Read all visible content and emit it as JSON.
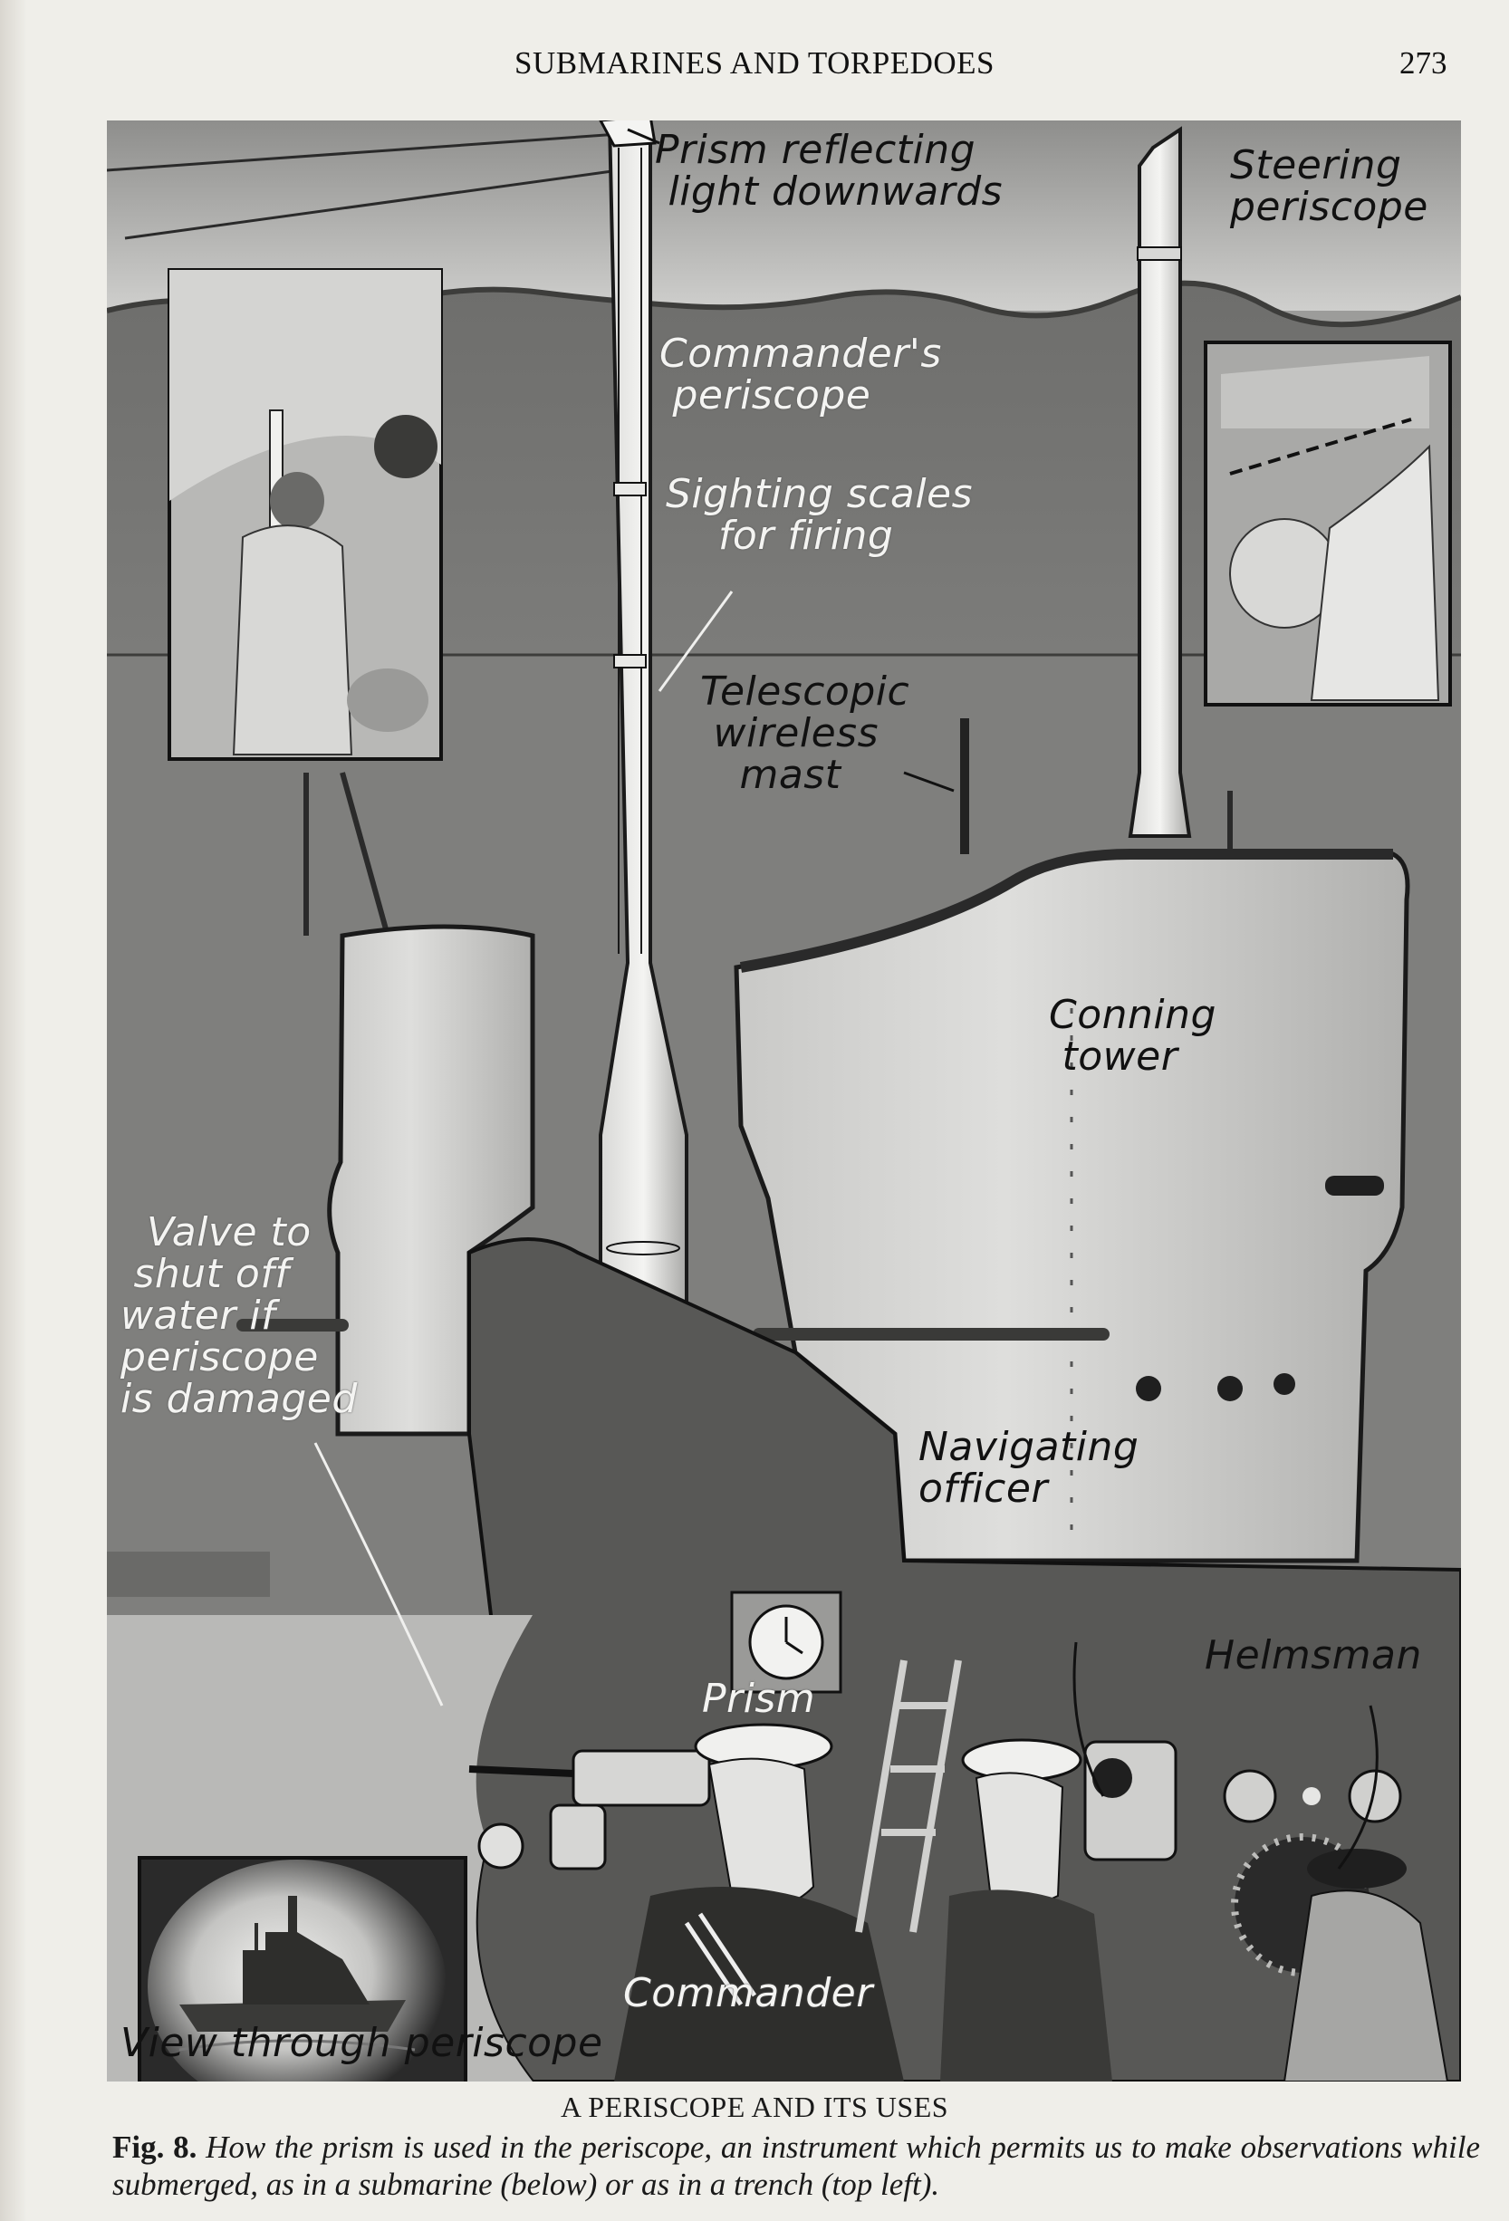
{
  "page": {
    "running_head": "SUBMARINES AND TORPEDOES",
    "page_number": "273"
  },
  "figure": {
    "labels": {
      "prism_reflecting": "Prism reflecting\n light downwards",
      "steering_periscope": "Steering\nperiscope",
      "commanders_periscope": "Commander's\n periscope",
      "sighting_scales": "Sighting scales\n    for firing",
      "telescopic_mast": "Telescopic\n wireless\n   mast",
      "conning_tower": "Conning\n tower",
      "valve": "  Valve to\n shut off\nwater if\nperiscope\nis damaged",
      "navigating_officer": "Navigating\nofficer",
      "prism": "Prism",
      "helmsman": "Helmsman",
      "commander": "Commander",
      "view_through": "View through periscope"
    },
    "insets": [
      {
        "name": "trench-observer-inset",
        "subject": "Soldier using trench periscope"
      },
      {
        "name": "steering-periscope-inset",
        "subject": "Figures viewing through mirror periscope"
      },
      {
        "name": "periscope-view-inset",
        "subject": "Warship seen through periscope"
      }
    ]
  },
  "caption": {
    "title": "A PERISCOPE AND ITS USES",
    "fig_number": "Fig. 8.",
    "text": "How the prism is used in the periscope, an instrument which permits us to make observations while submerged, as in a submarine (below) or as in a trench (top left)."
  }
}
